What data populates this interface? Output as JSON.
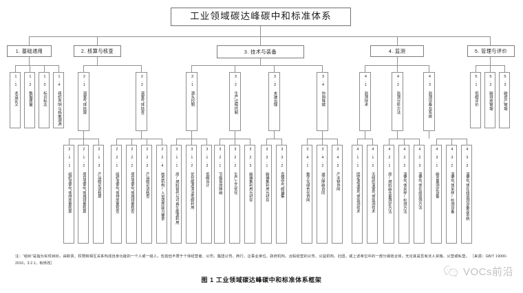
{
  "figure": {
    "root": {
      "id": "root",
      "label": "工业领域碳达峰碳中和标准体系"
    },
    "caption": "图 1  工业领域碳达峰碳中和标准体系框架",
    "note": "注：“组织”是指为实现目标，由职责、权限和相互关系构成自身功能的一个人或一组人，包括但不限于个体经营者、公司、集团公司、商行、企事业单位、政府机构、合股经营的公司、公益机构、社团，或上述单位中的一部分或结合体，无论其是否有法人资格、公营或私营。 ［来源：GB/T 19000-2016，3.2.1，有修改］",
    "categories": [
      {
        "id": "cat1",
        "label": "1. 基础通用",
        "children": [
          {
            "id": "1.1",
            "label": "1.1 术语定义",
            "children": []
          },
          {
            "id": "1.2",
            "label": "1.2 数据质量",
            "children": []
          },
          {
            "id": "1.3",
            "label": "1.3 标识标志",
            "children": []
          },
          {
            "id": "1.4",
            "label": "1.4 组织声明与档案溯源",
            "children": []
          }
        ]
      },
      {
        "id": "cat2",
        "label": "2. 核算与核查",
        "children": [
          {
            "id": "2.1",
            "label": "2.1 温室气体核算",
            "children": [
              {
                "id": "2.1.1",
                "label": "2.1.1 组织温室气体排放量核算"
              },
              {
                "id": "2.1.2",
                "label": "2.1.2 项目温室气体减排量核算"
              },
              {
                "id": "2.1.3",
                "label": "2.1.3 产品碳足迹核算"
              }
            ]
          },
          {
            "id": "2.2",
            "label": "2.2 温室气体核查",
            "children": [
              {
                "id": "2.2.1",
                "label": "2.2.1 组织温室气体排放量核查"
              },
              {
                "id": "2.2.2",
                "label": "2.2.2 项目温室气体减排量核查"
              },
              {
                "id": "2.2.3",
                "label": "2.2.3 产品碳足迹核查"
              },
              {
                "id": "2.2.4",
                "label": "2.2.4 核查机构/人员资质能力要求"
              }
            ]
          }
        ]
      },
      {
        "id": "cat3",
        "label": "3. 技术与装备",
        "children": [
          {
            "id": "3.1",
            "label": "3.1 源头控制",
            "children": [
              {
                "id": "3.1.1",
                "label": "3.1.1 原/燃料替代与可再生能源利用"
              },
              {
                "id": "3.1.2",
                "label": "3.1.2 优化能源清洁低碳利用"
              },
              {
                "id": "3.1.3",
                "label": "3.1.3 低碳设计"
              }
            ]
          },
          {
            "id": "3.2",
            "label": "3.2 生产过程控制",
            "children": [
              {
                "id": "3.2.1",
                "label": "3.2.1 节能提效降碳"
              },
              {
                "id": "3.2.2",
                "label": "3.2.2 生产工艺优化"
              },
              {
                "id": "3.2.3",
                "label": "3.2.3 碳捕集利用与封存"
              }
            ]
          },
          {
            "id": "3.3",
            "label": "3.3 末端治理",
            "children": [
              {
                "id": "3.3.1",
                "label": "3.3.1 碳捕集利用与封存"
              },
              {
                "id": "3.3.2",
                "label": "3.3.2 直接空气碳捕集"
              }
            ]
          },
          {
            "id": "3.4",
            "label": "3.4 协同降碳",
            "children": [
              {
                "id": "3.4.1",
                "label": "3.4.1 数字化绿色化协同"
              },
              {
                "id": "3.4.2",
                "label": "3.4.2 减污降碳协同"
              },
              {
                "id": "3.4.3",
                "label": "3.4.3 产业链协同"
              }
            ]
          }
        ]
      },
      {
        "id": "cat4",
        "label": "4. 监测",
        "children": [
          {
            "id": "4.1",
            "label": "4.1 监测技术",
            "children": [
              {
                "id": "4.1.1",
                "label": "4.1.1 固定源温室气体监测技术"
              },
              {
                "id": "4.1.2",
                "label": "4.1.2 无组织温室气体监测技术"
              }
            ]
          },
          {
            "id": "4.2",
            "label": "4.2 监测分析方法",
            "children": [
              {
                "id": "4.2.1",
                "label": "4.2.1 原/燃料碳含量测定方法"
              },
              {
                "id": "4.2.2",
                "label": "4.2.2 温室气体采样/检测方法"
              },
              {
                "id": "4.2.3",
                "label": "4.2.3 温室气体在线监测方法"
              }
            ]
          },
          {
            "id": "4.3",
            "label": "4.3 监测设备及系统",
            "children": [
              {
                "id": "4.3.1",
                "label": "4.3.1 碳含量测定设备"
              },
              {
                "id": "4.3.2",
                "label": "4.3.2 温室气体采样/检测设备"
              },
              {
                "id": "4.3.3",
                "label": "4.3.3 温室气体在线监测设备及系统"
              }
            ]
          }
        ]
      },
      {
        "id": "cat5",
        "label": "5. 管理与评价",
        "children": [
          {
            "id": "5.1",
            "label": "5.1 低碳评价",
            "children": []
          },
          {
            "id": "5.2",
            "label": "5.2 碳排放管理",
            "children": []
          },
          {
            "id": "5.3",
            "label": "5.3 碳资产管理",
            "children": []
          }
        ]
      }
    ]
  },
  "watermark": {
    "text": "VOCs前沿",
    "icon": "wechat-icon"
  }
}
